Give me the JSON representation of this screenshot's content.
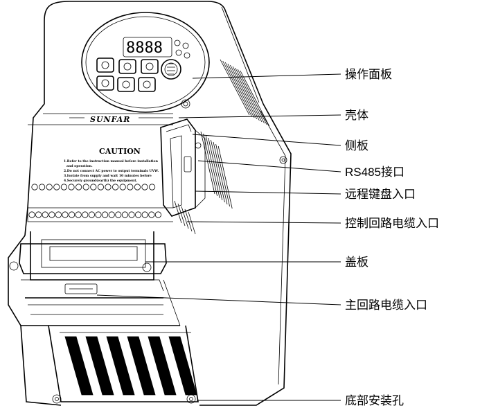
{
  "device": {
    "brand_text": "SUNFAR",
    "caution_title": "CAUTION",
    "caution_lines": [
      "1.Refer to the instruction manual before installation",
      "and operation.",
      "2.Do not connect AC power to output terminals UVW.",
      "3.Isolate from supply and wait 10 minutes before",
      "4.Securely ground(earth) the equipment."
    ]
  },
  "labels": [
    "操作面板",
    "壳体",
    "侧板",
    "RS485接口",
    "远程键盘入口",
    "控制回路电缆入口",
    "盖板",
    "主回路电缆入口",
    "底部安装孔"
  ]
}
